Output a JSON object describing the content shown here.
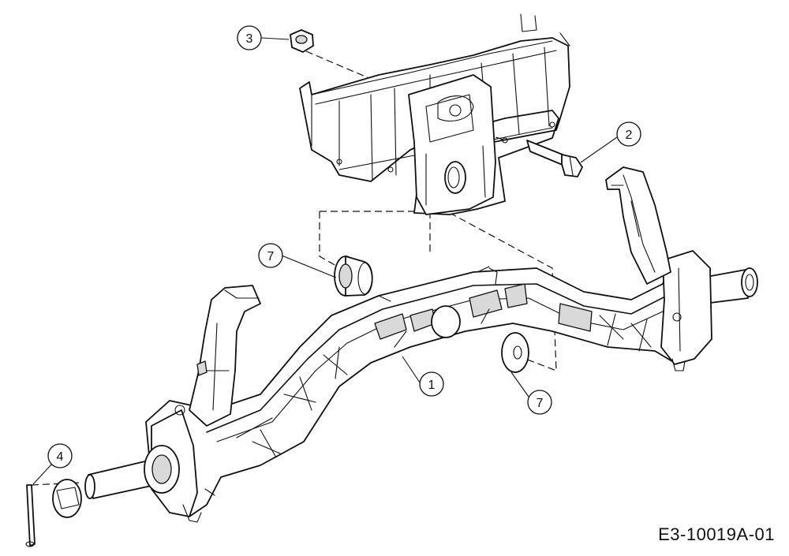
{
  "drawing_code": "E3-10019A-01",
  "callouts": [
    {
      "label": "1",
      "part": "front-axle"
    },
    {
      "label": "2",
      "part": "bolt"
    },
    {
      "label": "3",
      "part": "nut"
    },
    {
      "label": "4",
      "part": "cotter-pin"
    },
    {
      "label": "7",
      "part": "bushing"
    },
    {
      "label": "7",
      "part": "washer"
    }
  ]
}
